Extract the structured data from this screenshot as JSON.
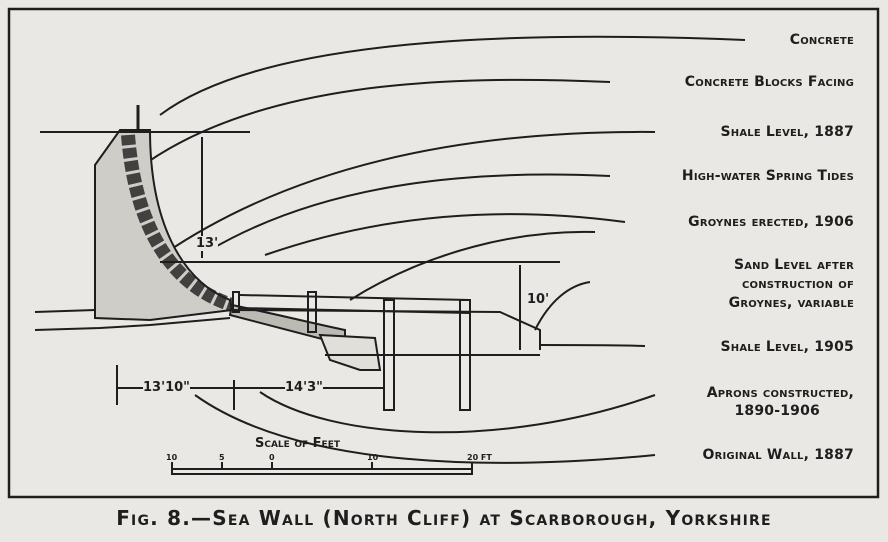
{
  "labels": {
    "concrete": "Concrete",
    "blocks": "Concrete Blocks Facing",
    "shale1887": "Shale Level, 1887",
    "hwst": "High-water Spring Tides",
    "groynes": "Groynes erected, 1906",
    "sand1": "Sand Level after",
    "sand2": "construction of",
    "sand3": "Groynes, variable",
    "shale1905": "Shale Level, 1905",
    "aprons1": "Aprons constructed,",
    "aprons2": "1890-1906",
    "original": "Original Wall, 1887"
  },
  "dimensions": {
    "height_13": "13'",
    "height_10": "10'",
    "width_13_10": "13'10\"",
    "width_14_3": "14'3\""
  },
  "scale": {
    "title": "Scale of Feet",
    "ticks": [
      "10",
      "5",
      "0",
      "10",
      "20 FT"
    ]
  },
  "caption": "Fig. 8.—Sea Wall (North Cliff) at Scarborough, Yorkshire"
}
